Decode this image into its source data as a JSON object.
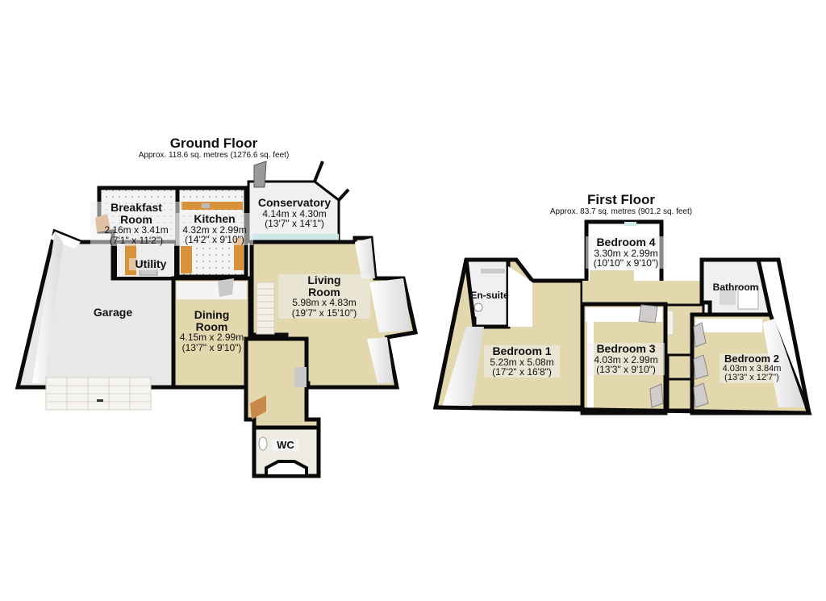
{
  "ground_floor": {
    "title": "Ground Floor",
    "area": "Approx. 118.6 sq. metres (1276.6 sq. feet)",
    "rooms": {
      "breakfast": {
        "name_l1": "Breakfast",
        "name_l2": "Room",
        "metric": "2.16m x 3.41m",
        "imperial": "(7'1\" x 11'2\")"
      },
      "kitchen": {
        "name": "Kitchen",
        "metric": "4.32m x 2.99m",
        "imperial": "(14'2\" x 9'10\")"
      },
      "conservatory": {
        "name": "Conservatory",
        "metric": "4.14m x 4.30m",
        "imperial": "(13'7\" x 14'1\")"
      },
      "utility": {
        "name": "Utility"
      },
      "garage": {
        "name": "Garage"
      },
      "living": {
        "name_l1": "Living",
        "name_l2": "Room",
        "metric": "5.98m x 4.83m",
        "imperial": "(19'7\" x 15'10\")"
      },
      "dining": {
        "name_l1": "Dining",
        "name_l2": "Room",
        "metric": "4.15m x 2.99m",
        "imperial": "(13'7\" x 9'10\")"
      },
      "wc": {
        "name": "WC"
      }
    }
  },
  "first_floor": {
    "title": "First Floor",
    "area": "Approx. 83.7 sq. metres (901.2 sq. feet)",
    "rooms": {
      "bedroom4": {
        "name": "Bedroom 4",
        "metric": "3.30m x 2.99m",
        "imperial": "(10'10\" x 9'10\")"
      },
      "ensuite": {
        "name": "En-suite"
      },
      "bathroom": {
        "name": "Bathroom"
      },
      "bedroom1": {
        "name": "Bedroom 1",
        "metric": "5.23m x 5.08m",
        "imperial": "(17'2\" x 16'8\")"
      },
      "bedroom3": {
        "name": "Bedroom 3",
        "metric": "4.03m x 2.99m",
        "imperial": "(13'3\" x 9'10\")"
      },
      "bedroom2": {
        "name": "Bedroom 2",
        "metric": "4.03m x 3.84m",
        "imperial": "(13'3\" x 12'7\")"
      }
    }
  },
  "colors": {
    "wall": "#0a0a0a",
    "carpet": "#e3d7ae",
    "hard_floor": "#ebebeb",
    "tile_floor": "#f2f2f2",
    "worktop": "#d8923a",
    "glass": "#cfe9ea"
  }
}
